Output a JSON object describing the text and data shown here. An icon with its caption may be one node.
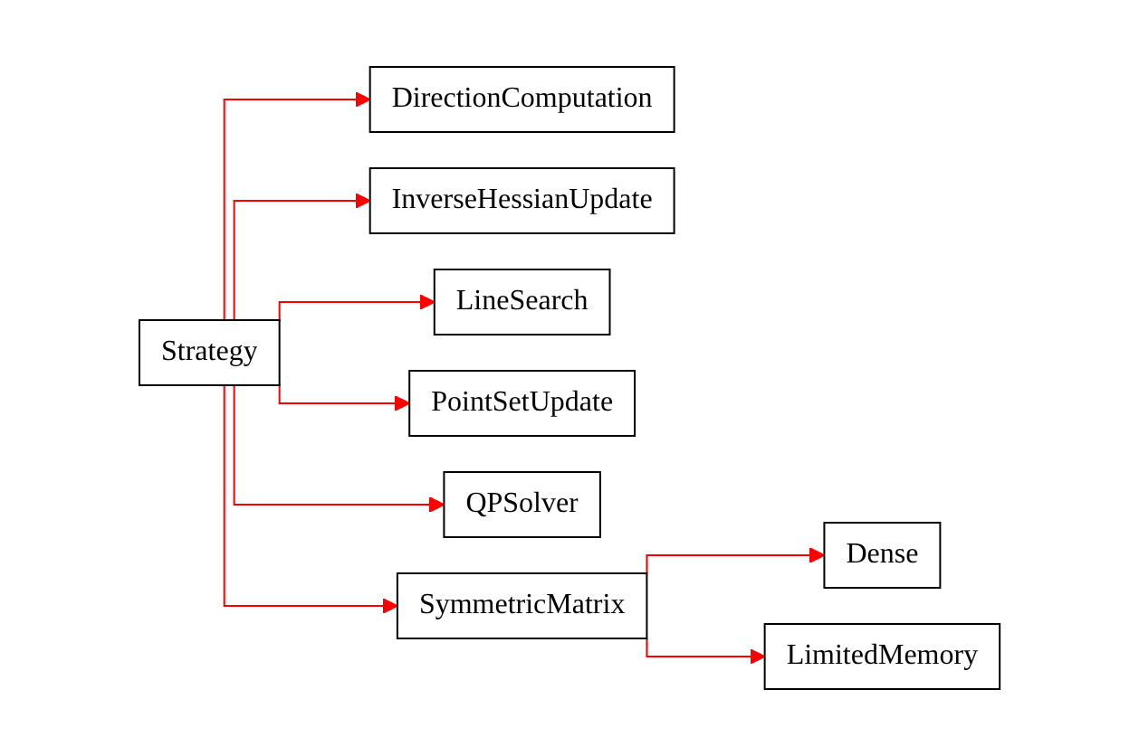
{
  "diagram": {
    "nodes": [
      {
        "text": [
          "Strategy"
        ]
      },
      {
        "text": [
          "DirectionComputation"
        ]
      },
      {
        "text": [
          "InverseHessianUpdate"
        ]
      },
      {
        "text": [
          "LineSearch"
        ]
      },
      {
        "text": [
          "PointSetUpdate"
        ]
      },
      {
        "text": [
          "QPSolver"
        ]
      },
      {
        "text": [
          "SymmetricMatrix"
        ]
      },
      {
        "text": [
          "Dense"
        ]
      },
      {
        "text": [
          "LimitedMemory"
        ]
      }
    ],
    "edges": [
      {
        "from": 0,
        "to": 1,
        "arrow": "to"
      },
      {
        "from": 0,
        "to": 2,
        "arrow": "to"
      },
      {
        "from": 0,
        "to": 3,
        "arrow": "to"
      },
      {
        "from": 0,
        "to": 4,
        "arrow": "to"
      },
      {
        "from": 0,
        "to": 5,
        "arrow": "to"
      },
      {
        "from": 0,
        "to": 6,
        "arrow": "to"
      },
      {
        "from": 6,
        "to": 7,
        "arrow": "to"
      },
      {
        "from": 6,
        "to": 8,
        "arrow": "to"
      }
    ]
  }
}
